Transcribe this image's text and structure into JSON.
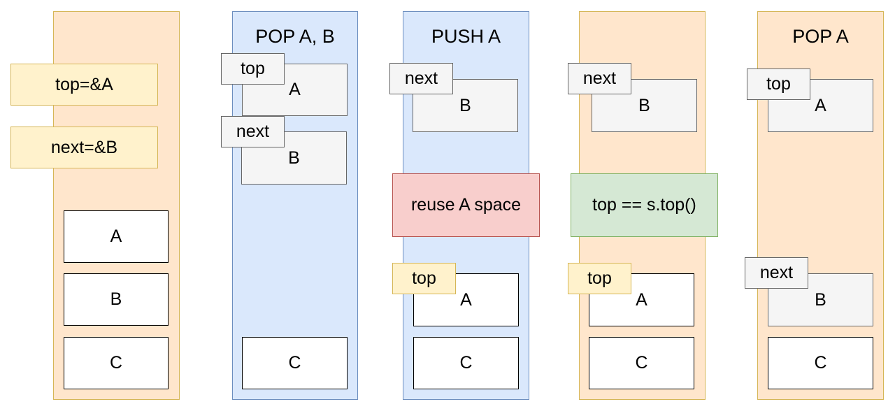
{
  "columns": [
    {
      "title": "",
      "vars": {
        "top": "top=&A",
        "next": "next=&B"
      },
      "stack": [
        "A",
        "B",
        "C"
      ]
    },
    {
      "title": "POP A, B",
      "top_label": "top",
      "next_label": "next",
      "a": "A",
      "b": "B",
      "c": "C"
    },
    {
      "title": "PUSH A",
      "next_label": "next",
      "b": "B",
      "note": "reuse A space",
      "top_label": "top",
      "a": "A",
      "c": "C"
    },
    {
      "title": "",
      "next_label": "next",
      "b": "B",
      "note": "top == s.top()",
      "top_label": "top",
      "a": "A",
      "c": "C"
    },
    {
      "title": "POP A",
      "top_label": "top",
      "a": "A",
      "next_label": "next",
      "b": "B",
      "c": "C"
    }
  ],
  "colors": {
    "orange_fill": "#ffe6cc",
    "blue_fill": "#dae8fc",
    "yellow_fill": "#fff2cc",
    "red_fill": "#f8cecc",
    "green_fill": "#d5e8d4",
    "grey_fill": "#f5f5f5"
  }
}
